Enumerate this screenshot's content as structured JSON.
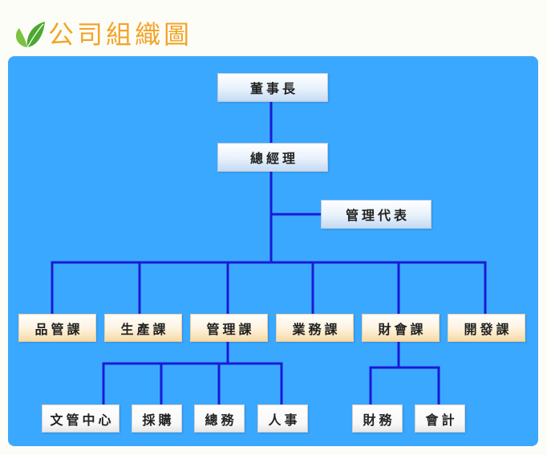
{
  "header": {
    "title": "公司組織圖",
    "icon": "leaf-icon"
  },
  "colors": {
    "panel": "#3aa8ff",
    "line": "#1a1ad6",
    "title": "#f2a428"
  },
  "org": {
    "chairman": "董事長",
    "general_manager": "總經理",
    "management_rep": "管理代表",
    "departments": [
      "品管課",
      "生產課",
      "管理課",
      "業務課",
      "財會課",
      "開發課"
    ],
    "admin_units": [
      "文管中心",
      "採購",
      "總務",
      "人事"
    ],
    "finance_units": [
      "財務",
      "會計"
    ]
  }
}
